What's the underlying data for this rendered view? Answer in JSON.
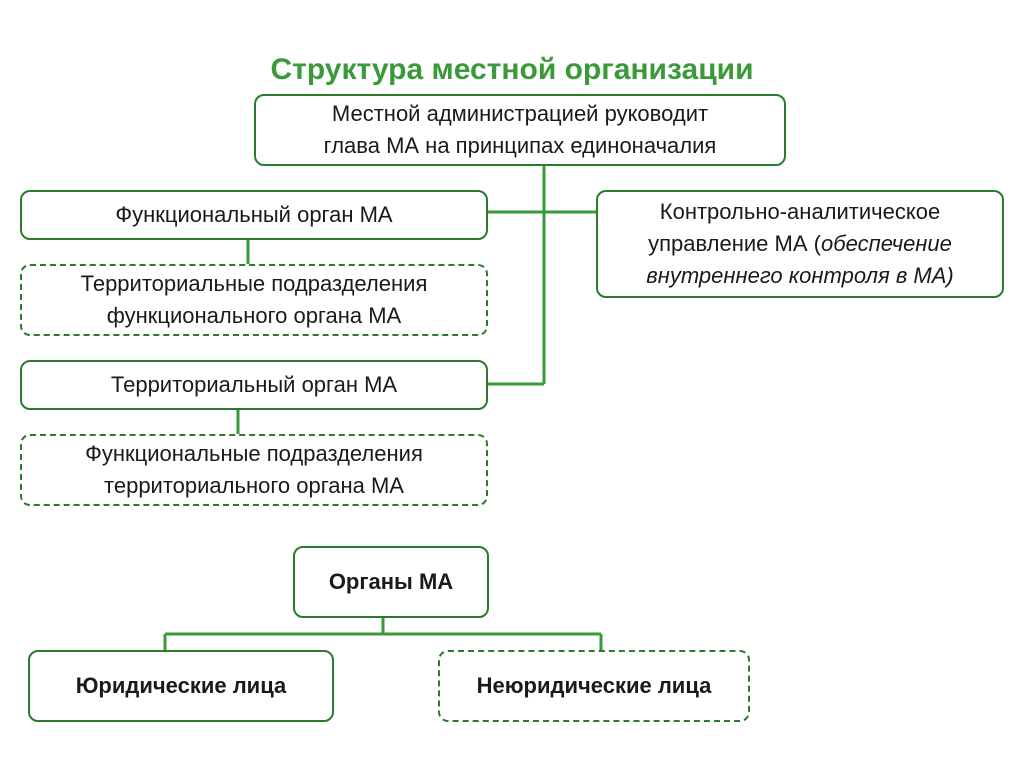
{
  "title": "Структура местной организации",
  "colors": {
    "title": "#3a9a3a",
    "border": "#2d7a2d",
    "line": "#3a9a3a"
  },
  "nodes": {
    "head": {
      "line1": "Местной администрацией руководит",
      "line2": "глава МА на принципах единоначалия"
    },
    "functional_organ": "Функциональный орган МА",
    "territorial_subdivisions": {
      "line1": "Территориальные подразделения",
      "line2": "функционального органа МА"
    },
    "territorial_organ": "Территориальный орган МА",
    "functional_subdivisions": {
      "line1": "Функциональные подразделения",
      "line2": "территориального органа МА"
    },
    "control": {
      "line1": "Контрольно-аналитическое",
      "line2_plain": "управление МА (",
      "line2_italic": "обеспечение",
      "line3_italic": "внутреннего контроля в МА)"
    },
    "organs": "Органы МА",
    "legal": "Юридические лица",
    "non_legal": "Неюридические лица"
  }
}
